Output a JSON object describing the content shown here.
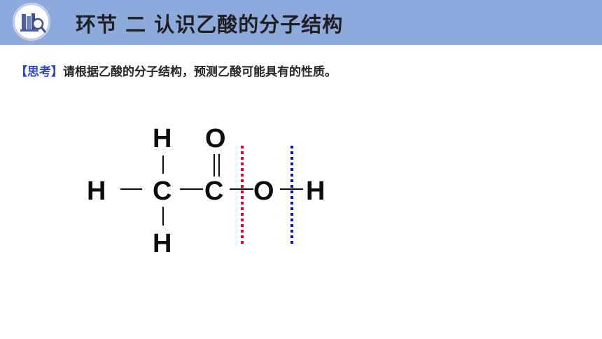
{
  "header": {
    "title": "环节 二  认识乙酸的分子结构",
    "logo_icon": "books-magnifier-icon"
  },
  "prompt": {
    "tag": "【思考】",
    "text": "请根据乙酸的分子结构，预测乙酸可能具有的性质。"
  },
  "molecule": {
    "atoms": {
      "h_top": "H",
      "o_top": "O",
      "h_left": "H",
      "c1": "C",
      "c2": "C",
      "o_mid": "O",
      "h_right": "H",
      "h_bottom": "H"
    },
    "divider_colors": {
      "red": "#e0001b",
      "blue": "#1010d0"
    }
  },
  "colors": {
    "header_bg": "#8ea9db",
    "tag_color": "#2b45d8"
  }
}
